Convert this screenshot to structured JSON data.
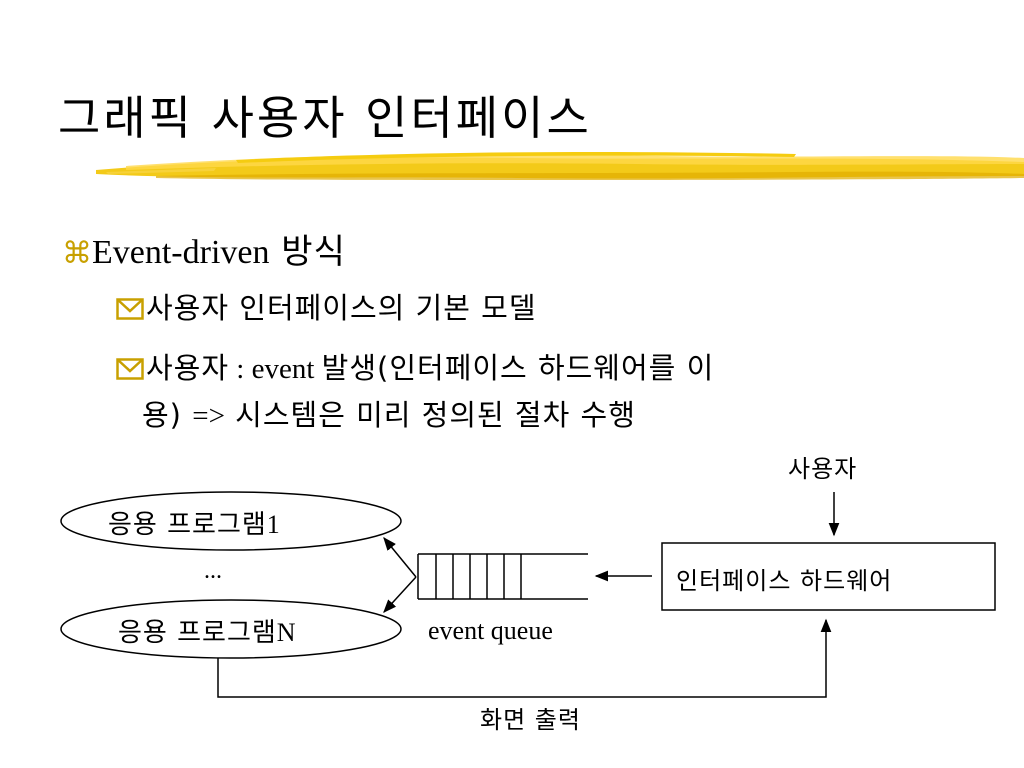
{
  "slide": {
    "title": "그래픽 사용자 인터페이스"
  },
  "bullets": {
    "level1": {
      "marker": "⌘",
      "text_en": "Event-driven",
      "text_ko": " 방식"
    },
    "level2": [
      {
        "text": "사용자 인터페이스의 기본 모델"
      },
      {
        "text_ko1": "사용자",
        "text_mid": " : event ",
        "text_ko2": "발생(인터페이스 하드웨어를 이",
        "cont_ko1": "용) ",
        "cont_arrow": "=>",
        "cont_ko2": " 시스템은 미리 정의된 절차 수행"
      }
    ]
  },
  "diagram": {
    "app1": {
      "label_ko": "응용 프로그램",
      "suffix": "1"
    },
    "ellipsis": "...",
    "appN": {
      "label_ko": "응용 프로그램",
      "suffix": "N"
    },
    "queue_label": "event queue",
    "hardware_box": "인터페이스 하드웨어",
    "user_label": "사용자",
    "screen_output": "화면 출력",
    "colors": {
      "brush": "#f2c400",
      "icon": "#c8a000"
    }
  }
}
